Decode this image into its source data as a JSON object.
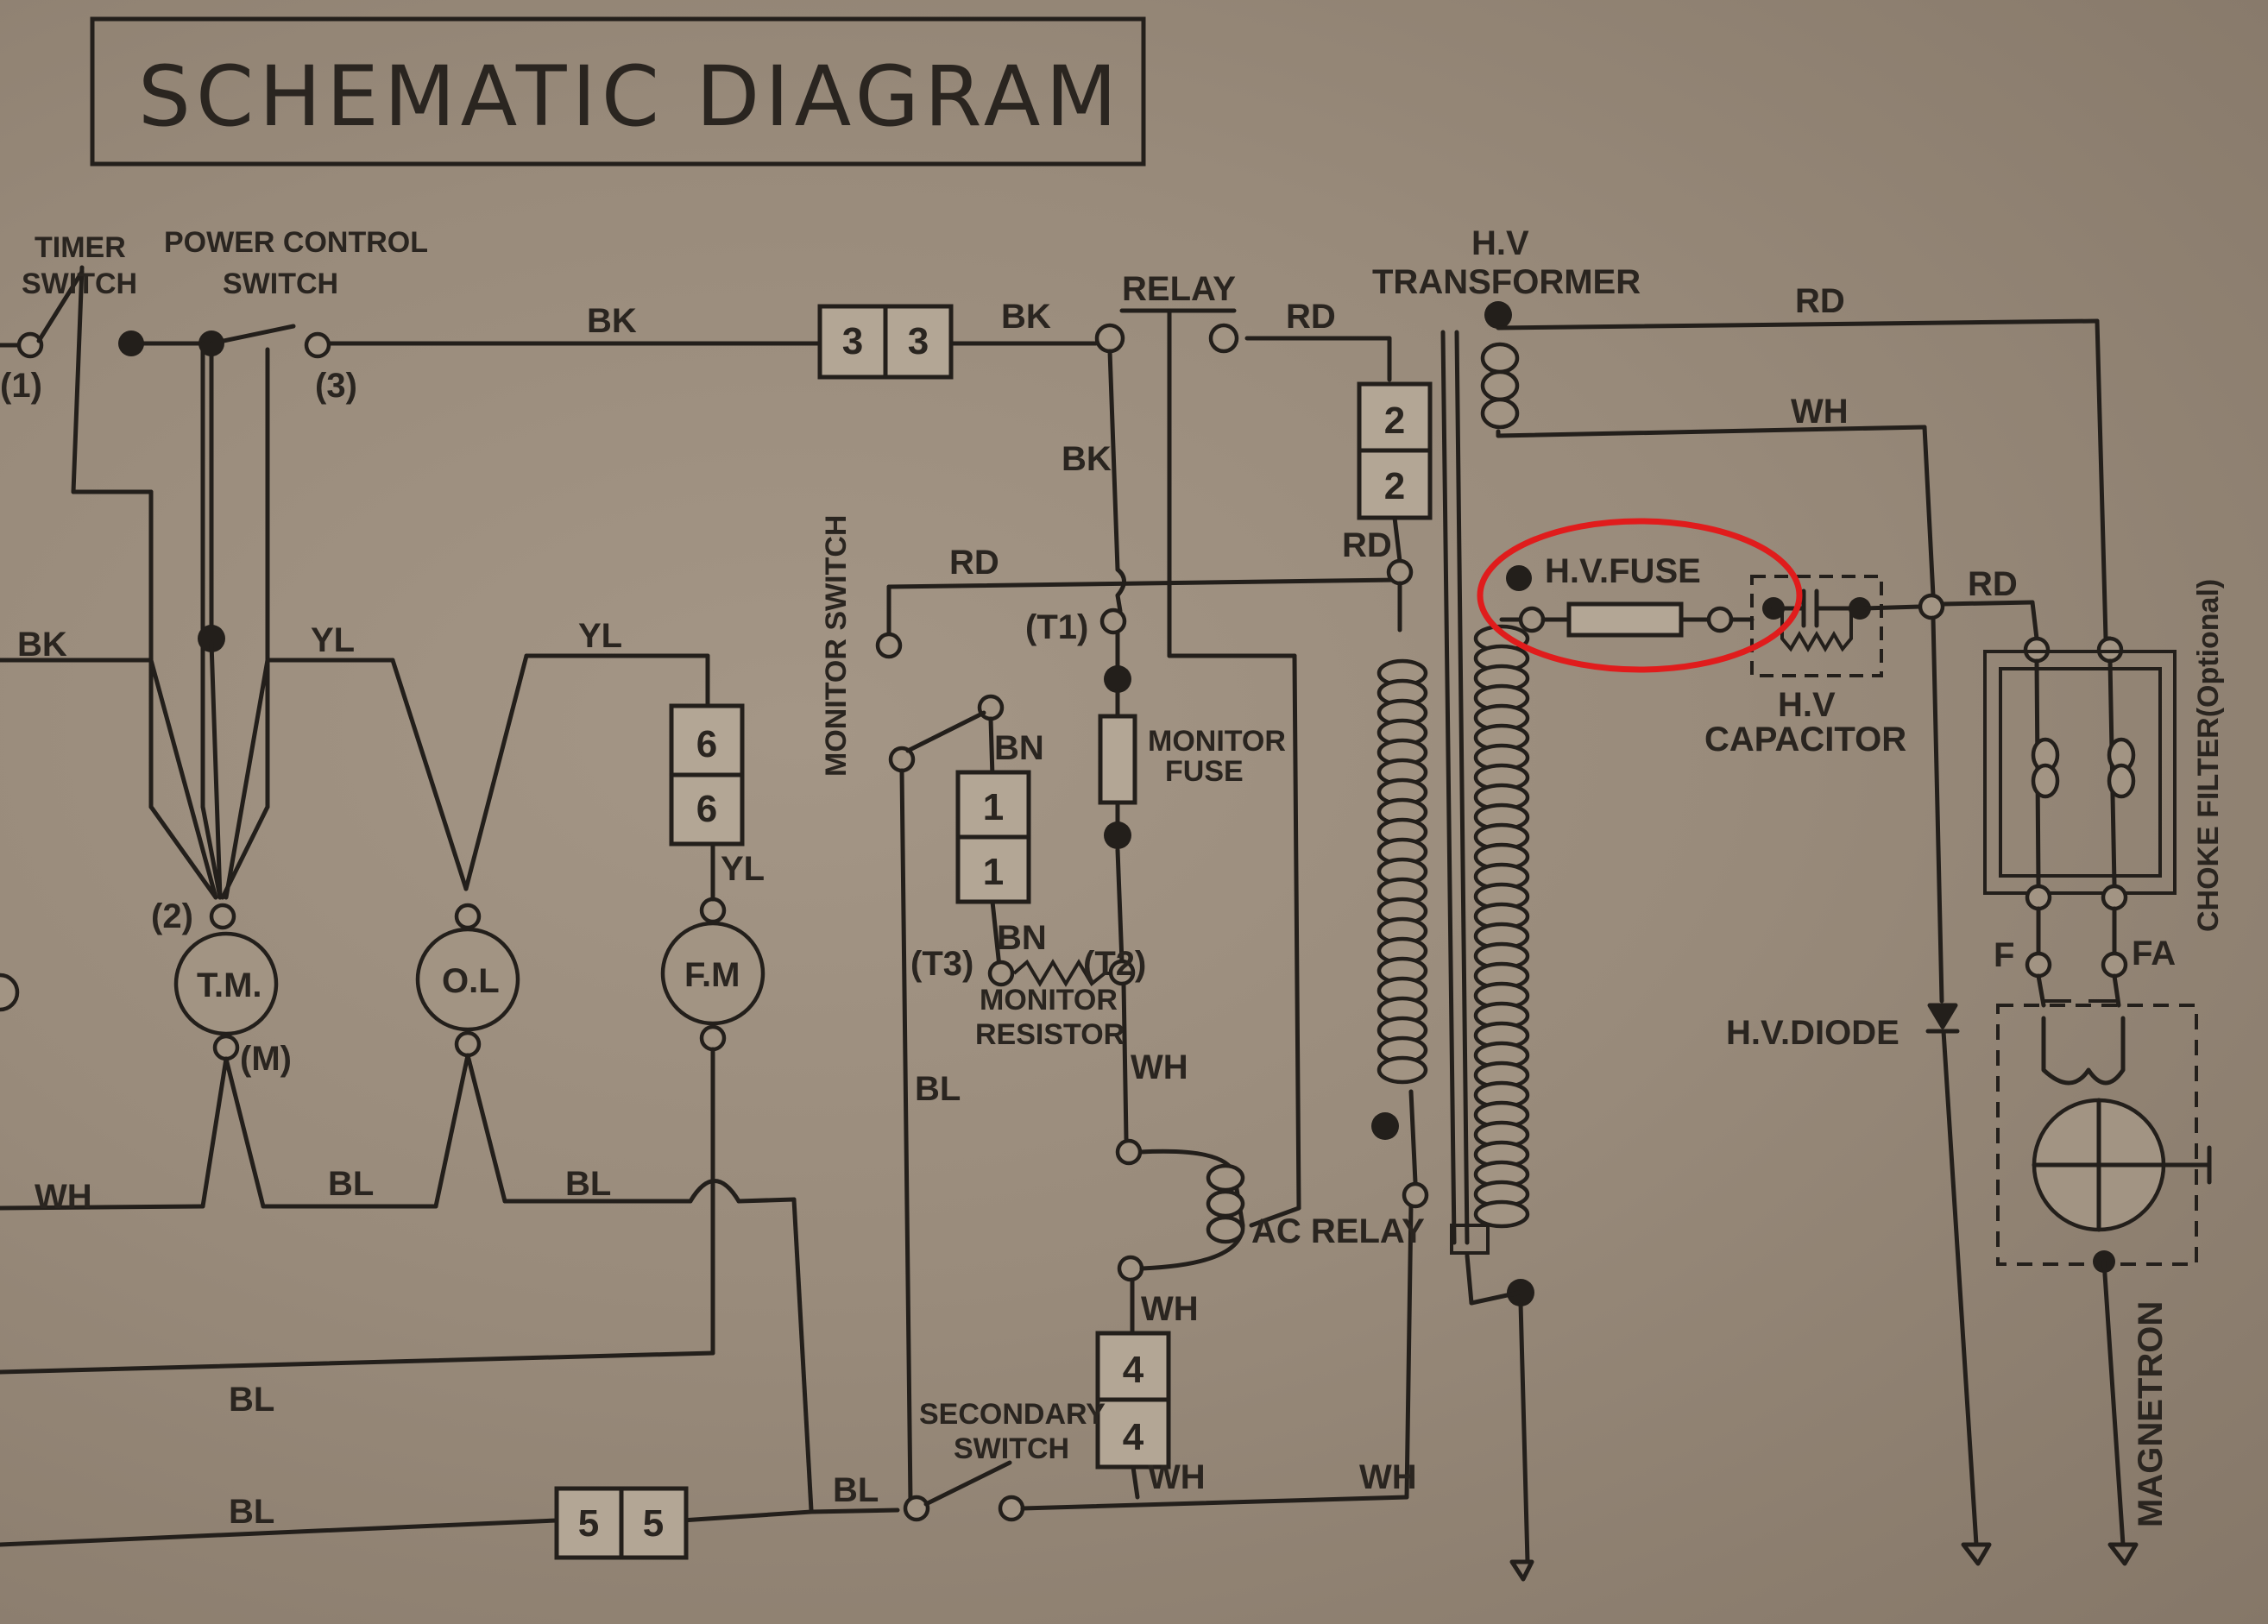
{
  "title": "SCHEMATIC DIAGRAM",
  "switches": {
    "timer_a": "TIMER",
    "timer_b": "SWITCH",
    "power_a": "POWER CONTROL",
    "power_b": "SWITCH",
    "pin1": "(1)",
    "pin3": "(3)",
    "pin2": "(2)",
    "pinm": "(M)",
    "monitor_switch": "MONITOR SWITCH",
    "secondary_a": "SECONDARY",
    "secondary_b": "SWITCH"
  },
  "components": {
    "relay": "RELAY",
    "hv_transformer_a": "H.V",
    "hv_transformer_b": "TRANSFORMER",
    "hv_fuse": "H.V.FUSE",
    "hv_capacitor_a": "H.V",
    "hv_capacitor_b": "CAPACITOR",
    "monitor_fuse_a": "MONITOR",
    "monitor_fuse_b": "FUSE",
    "monitor_resistor_a": "MONITOR",
    "monitor_resistor_b": "RESISTOR",
    "ac_relay": "AC RELAY",
    "hv_diode": "H.V.DIODE",
    "magnetron": "MAGNETRON",
    "choke_filter": "CHOKE FILTER(Optional)",
    "tm": "T.M.",
    "ol": "O.L",
    "fm": "F.M",
    "t1": "(T1)",
    "t2": "(T2)",
    "t3": "(T3)",
    "f": "F",
    "fa": "FA"
  },
  "connectors": {
    "c3": "3",
    "c2": "2",
    "c6": "6",
    "c1": "1",
    "c4": "4",
    "c5": "5"
  },
  "wire_colors": {
    "bk": "BK",
    "rd": "RD",
    "wh": "WH",
    "yl": "YL",
    "bl": "BL",
    "bn": "BN"
  },
  "highlight_color": "#e01c1c"
}
